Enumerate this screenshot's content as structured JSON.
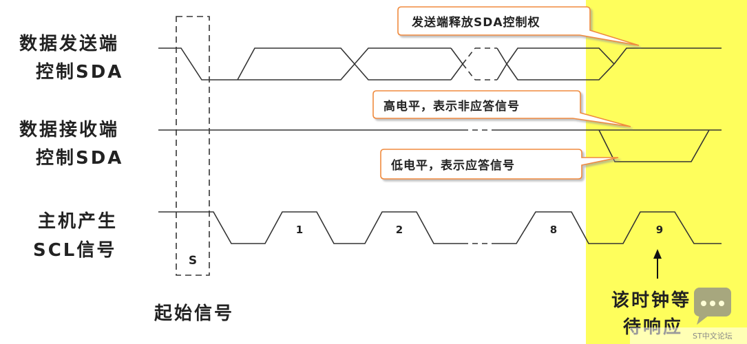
{
  "rows": [
    {
      "line1": "数据发送端",
      "line2": "控制SDA"
    },
    {
      "line1": "数据接收端",
      "line2": "控制SDA"
    },
    {
      "line1": "主机产生",
      "line2": "SCL信号"
    }
  ],
  "start_label": "S",
  "start_caption": "起始信号",
  "clock_numbers": [
    "1",
    "2",
    "8",
    "9"
  ],
  "callouts": {
    "release": "发送端释放SDA控制权",
    "high": "高电平，表示非应答信号",
    "low": "低电平，表示应答信号"
  },
  "wait_caption": {
    "line1": "该时钟等",
    "line2": "待响应"
  },
  "watermark": "ST中文论坛",
  "colors": {
    "highlight": "#fefe5c",
    "callout_border": "#f08a3c",
    "line": "#333333"
  }
}
